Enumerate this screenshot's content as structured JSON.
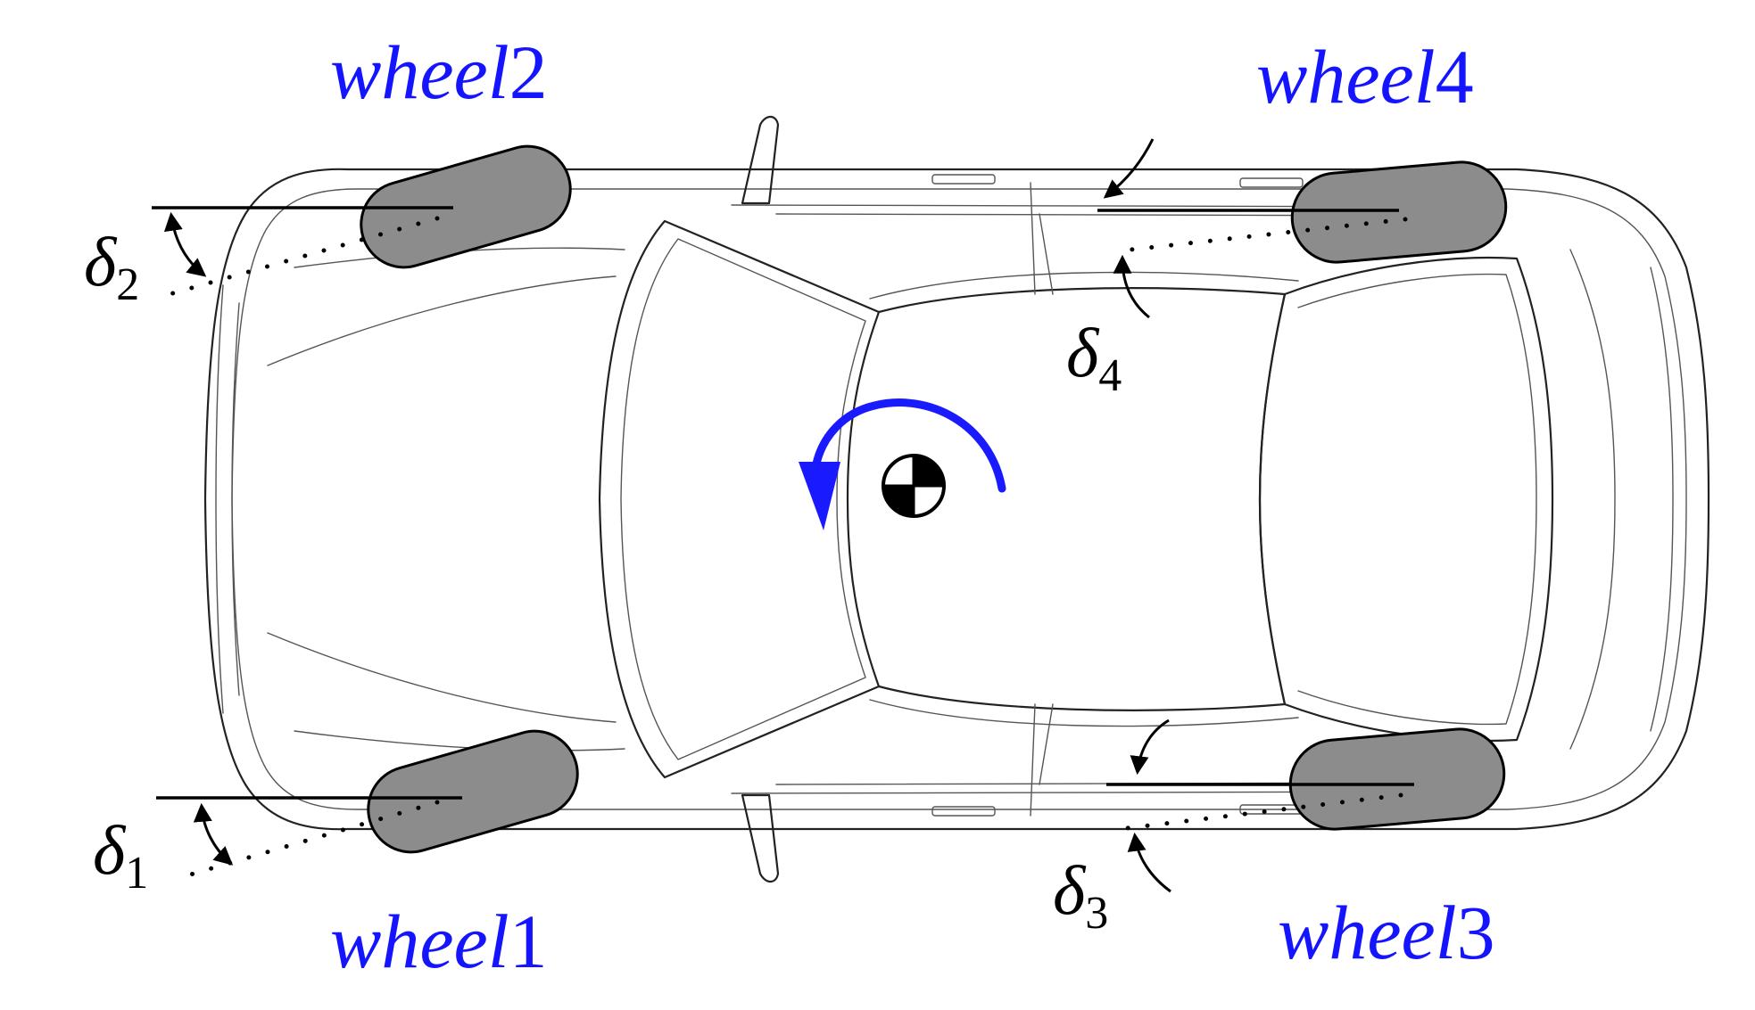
{
  "colors": {
    "wheel_label": "#1414ff",
    "rotation_arrow": "#1a1aff",
    "tire_fill": "#8c8c8c",
    "line": "#000000"
  },
  "wheels": [
    {
      "prefix": "wheel",
      "number": "1",
      "angle_symbol": "δ",
      "angle_subscript": "1"
    },
    {
      "prefix": "wheel",
      "number": "2",
      "angle_symbol": "δ",
      "angle_subscript": "2"
    },
    {
      "prefix": "wheel",
      "number": "3",
      "angle_symbol": "δ",
      "angle_subscript": "3"
    },
    {
      "prefix": "wheel",
      "number": "4",
      "angle_symbol": "δ",
      "angle_subscript": "4"
    }
  ],
  "icons": {
    "center_of_gravity": "center-of-gravity-icon",
    "yaw_rotation": "counterclockwise-arrow-icon"
  }
}
